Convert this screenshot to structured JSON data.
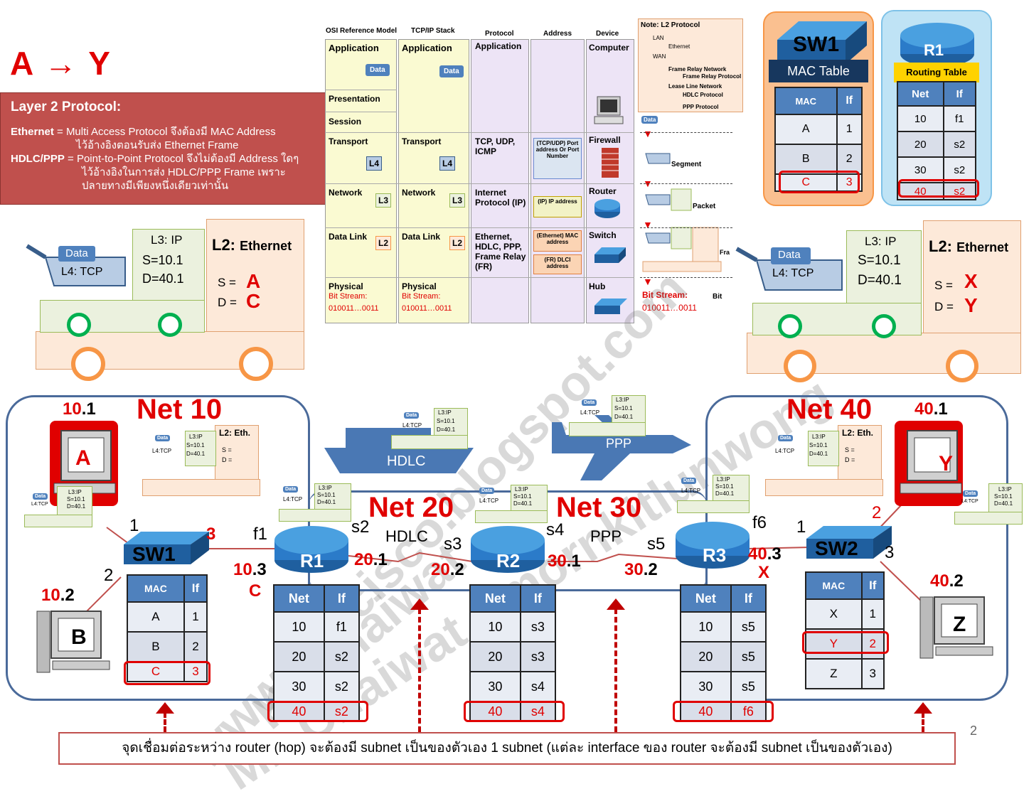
{
  "title": "A → Y",
  "l2_protocol": {
    "heading": "Layer 2 Protocol:",
    "eth_term": "Ethernet",
    "eth_text": " = Multi Access Protocol จึงต้องมี MAC Address",
    "eth_text2": "ไว้อ้างอิงตอนรับส่ง Ethernet Frame",
    "hdlc_term": "HDLC/PPP",
    "hdlc_text": " = Point-to-Point Protocol จึงไม่ต้องมี Address ใดๆ",
    "hdlc_text2": "ไว้อ้างอิงในการส่ง HDLC/PPP Frame เพราะ",
    "hdlc_text3": "ปลายทางมีเพียงหนึ่งเดียวเท่านั้น"
  },
  "truck_left": {
    "data": "Data",
    "l4": "L4: TCP",
    "l3": "L3: IP",
    "s": "S=10.1",
    "d": "D=40.1",
    "l2_prefix": "L2:",
    "l2_name": "Ethernet",
    "s_label": "S =",
    "s_val": "A",
    "d_label": "D =",
    "d_val": "C"
  },
  "truck_right": {
    "data": "Data",
    "l4": "L4: TCP",
    "l3": "L3: IP",
    "s": "S=10.1",
    "d": "D=40.1",
    "l2_prefix": "L2:",
    "l2_name": "Ethernet",
    "s_label": "S =",
    "s_val": "X",
    "d_label": "D =",
    "d_val": "Y"
  },
  "osi": {
    "headers": [
      "OSI Reference Model",
      "TCP/IP Stack",
      "Protocol",
      "Address",
      "Device"
    ],
    "osi_layers": [
      "Application",
      "Presentation",
      "Session",
      "Transport",
      "Network",
      "Data Link",
      "Physical"
    ],
    "tcpip_layers": [
      "Application",
      "Transport",
      "Network",
      "Data Link",
      "Physical"
    ],
    "bitstream": "Bit Stream:",
    "bits": "010011…0011",
    "data_tag": "Data",
    "l4": "L4",
    "l3": "L3",
    "l2": "L2",
    "protocols": [
      "Application",
      "TCP, UDP, ICMP",
      "Internet Protocol (IP)",
      "Ethernet, HDLC, PPP, Frame Relay (FR)"
    ],
    "addresses": [
      "(TCP/UDP) Port address Or Port Number",
      "(IP) IP address",
      "(Ethernet) MAC address",
      "(FR) DLCI address"
    ],
    "devices": [
      "Computer",
      "Firewall",
      "Router",
      "Switch",
      "Hub"
    ]
  },
  "note": {
    "title": "Note: L2 Protocol",
    "lines": [
      "LAN",
      "Ethernet",
      "WAN",
      "Frame Relay Network",
      "Frame Relay Protocol",
      "Lease Line Network",
      "HDLC Protocol",
      "PPP Protocol"
    ]
  },
  "encap": {
    "data": "Data",
    "segment": "Segment",
    "packet": "Packet",
    "frame": "Fra",
    "bit": "Bit",
    "bitstream": "Bit Stream:",
    "bits": "010011…0011"
  },
  "sw1_card": {
    "name": "SW1",
    "title": "MAC Table",
    "cols": [
      "MAC",
      "If"
    ],
    "rows": [
      [
        "A",
        "1"
      ],
      [
        "B",
        "2"
      ],
      [
        "C",
        "3"
      ]
    ]
  },
  "r1_card": {
    "name": "R1",
    "title": "Routing Table",
    "cols": [
      "Net",
      "If"
    ],
    "rows": [
      [
        "10",
        "f1"
      ],
      [
        "20",
        "s2"
      ],
      [
        "30",
        "s2"
      ],
      [
        "40",
        "s2"
      ]
    ]
  },
  "nets": [
    "Net 10",
    "Net 20",
    "Net 30",
    "Net 40"
  ],
  "links": {
    "hdlc": "HDLC",
    "ppp": "PPP"
  },
  "hosts": {
    "a": {
      "name": "A",
      "ip_net": "10",
      "ip_host": ".1"
    },
    "b": {
      "name": "B",
      "ip_net": "10",
      "ip_host": ".2"
    },
    "y": {
      "name": "Y",
      "ip_net": "40",
      "ip_host": ".1"
    },
    "z": {
      "name": "Z",
      "ip_net": "40",
      "ip_host": ".2"
    }
  },
  "devices": {
    "sw1": "SW1",
    "sw2": "SW2",
    "r1": "R1",
    "r2": "R2",
    "r3": "R3"
  },
  "ports": {
    "sw1_1": "1",
    "sw1_2": "2",
    "sw1_3": "3",
    "r1_f1": "f1",
    "r1_s2": "s2",
    "r2_s3": "s3",
    "r2_s4": "s4",
    "r3_s5": "s5",
    "r3_f6": "f6",
    "sw2_1": "1",
    "sw2_2": "2",
    "sw2_3": "3"
  },
  "ips": {
    "r1_f1": {
      "net": "10",
      "host": ".3",
      "mac": "C"
    },
    "r1_s2": {
      "net": "20",
      "host": ".1"
    },
    "r2_s3": {
      "net": "20",
      "host": ".2"
    },
    "r2_s4": {
      "net": "30",
      "host": ".1"
    },
    "r3_s5": {
      "net": "30",
      "host": ".2"
    },
    "r3_f6": {
      "net": "40",
      "host": ".3",
      "mac": "X"
    }
  },
  "sw1_table": {
    "cols": [
      "MAC",
      "If"
    ],
    "rows": [
      [
        "A",
        "1"
      ],
      [
        "B",
        "2"
      ],
      [
        "C",
        "3"
      ]
    ]
  },
  "r1_table": {
    "cols": [
      "Net",
      "If"
    ],
    "rows": [
      [
        "10",
        "f1"
      ],
      [
        "20",
        "s2"
      ],
      [
        "30",
        "s2"
      ],
      [
        "40",
        "s2"
      ]
    ]
  },
  "r2_table": {
    "cols": [
      "Net",
      "If"
    ],
    "rows": [
      [
        "10",
        "s3"
      ],
      [
        "20",
        "s3"
      ],
      [
        "30",
        "s4"
      ],
      [
        "40",
        "s4"
      ]
    ]
  },
  "r3_table": {
    "cols": [
      "Net",
      "If"
    ],
    "rows": [
      [
        "10",
        "s5"
      ],
      [
        "20",
        "s5"
      ],
      [
        "30",
        "s5"
      ],
      [
        "40",
        "f6"
      ]
    ]
  },
  "sw2_table": {
    "cols": [
      "MAC",
      "If"
    ],
    "rows": [
      [
        "X",
        "1"
      ],
      [
        "Y",
        "2"
      ],
      [
        "Z",
        "3"
      ]
    ]
  },
  "mini_packet": {
    "data": "Data",
    "l4": "L4:TCP",
    "l3": "L3:IP",
    "s": "S=10.1",
    "d": "D=40.1",
    "l2": "L2: Eth.",
    "s2": "S =",
    "d2": "D ="
  },
  "footer": "จุดเชื่อมต่อระหว่าง router (hop) จะต้องมี subnet เป็นของตัวเอง 1 subnet (แต่ละ interface ของ router จะต้องมี subnet เป็นของตัวเอง)",
  "page_number": "2",
  "watermark": [
    "www.likecisco.blogspot.com",
    "Mr. Chaiwat Amornkitlunwong",
    "KoChaiwat"
  ],
  "colors": {
    "accent_red": "#e00000",
    "table_header": "#4f81bd",
    "network_border": "#4a6a9a"
  }
}
